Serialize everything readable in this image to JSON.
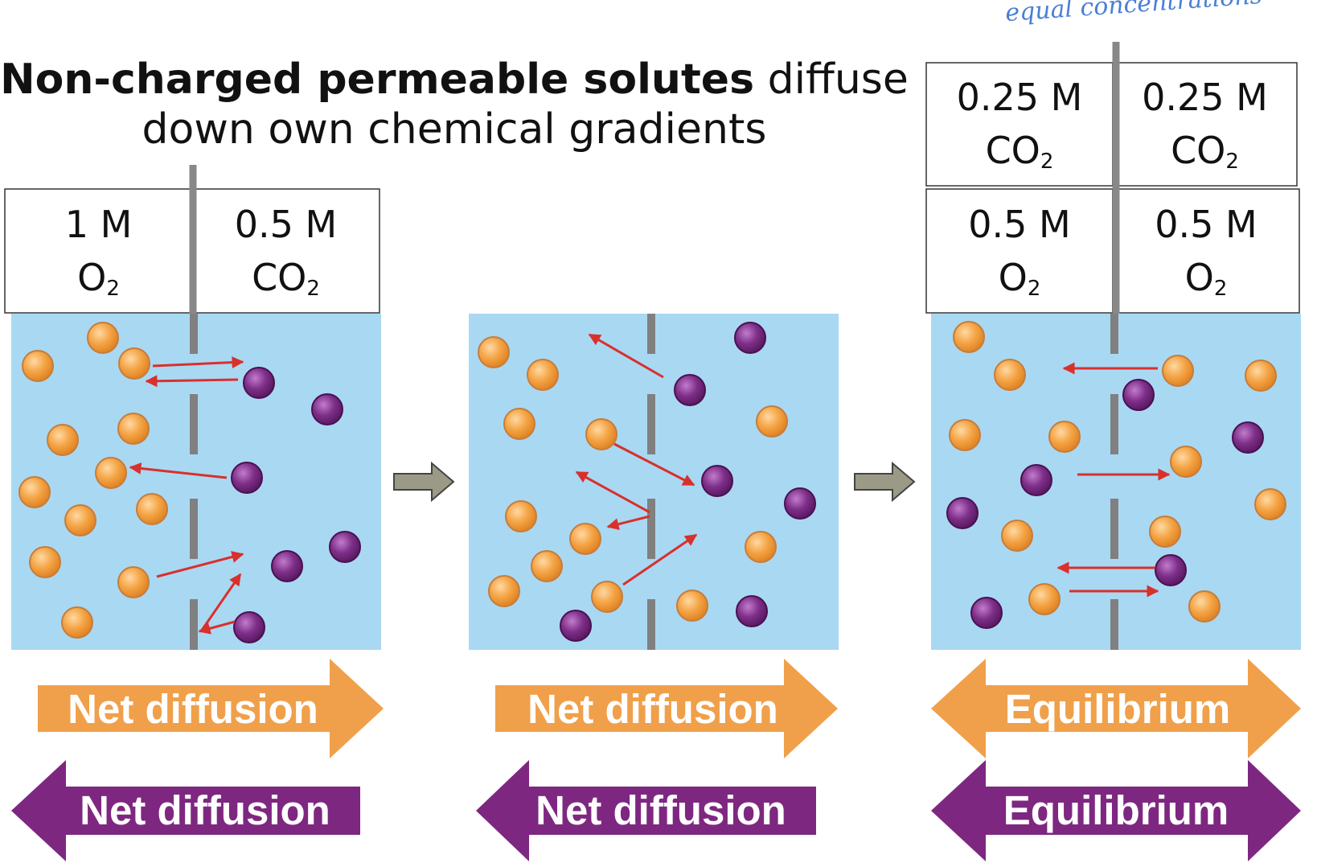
{
  "title": {
    "bold": "Non-charged permeable solutes",
    "rest_line1": "diffuse",
    "line2": "down own chemical gradients"
  },
  "annotation": "equal concentrations",
  "labels": {
    "p1_left": {
      "conc": "1 M",
      "species": "O",
      "sub": "2"
    },
    "p1_right": {
      "conc": "0.5 M",
      "species": "CO",
      "sub": "2"
    },
    "p3_top_left": {
      "conc": "0.25 M",
      "species": "CO",
      "sub": "2"
    },
    "p3_top_right": {
      "conc": "0.25 M",
      "species": "CO",
      "sub": "2"
    },
    "p3_bottom_left": {
      "conc": "0.5 M",
      "species": "O",
      "sub": "2"
    },
    "p3_bottom_right": {
      "conc": "0.5 M",
      "species": "O",
      "sub": "2"
    }
  },
  "arrows": {
    "p1_orange": "Net diffusion",
    "p1_purple": "Net diffusion",
    "p2_orange": "Net diffusion",
    "p2_purple": "Net diffusion",
    "p3_orange": "Equilibrium",
    "p3_purple": "Equilibrium"
  },
  "colors": {
    "water": "#a9d8f3",
    "orange": "#f29b38",
    "purple": "#7b2c83",
    "arrow_red": "#d9302b",
    "membrane": "#888888",
    "label_orange": "#f0a04a",
    "label_purple": "#7e2781"
  }
}
